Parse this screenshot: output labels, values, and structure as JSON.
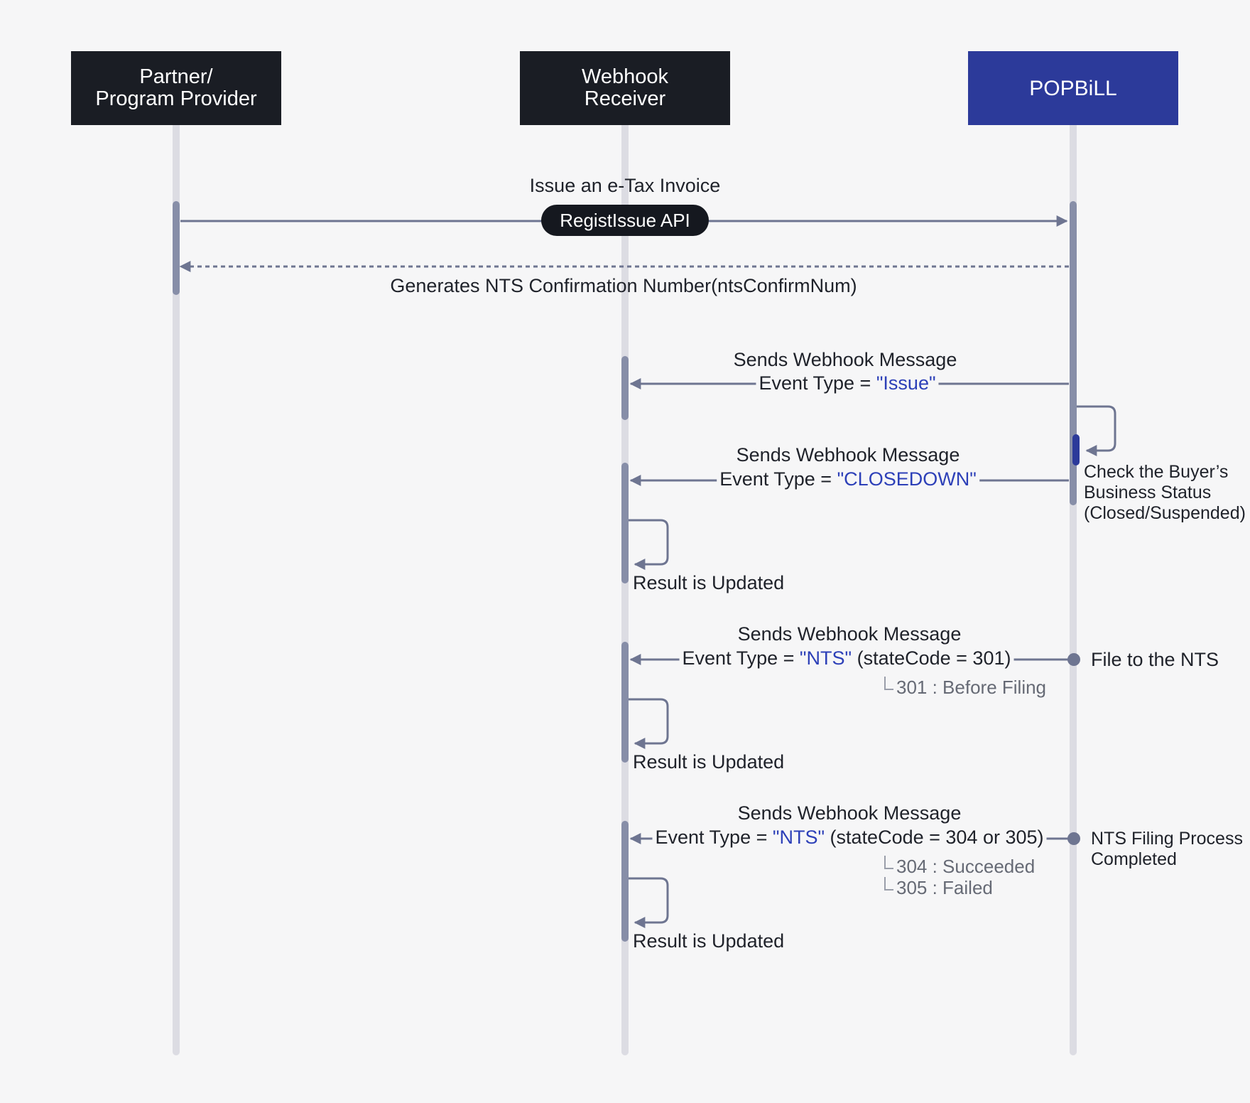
{
  "participants": {
    "partner": "Partner/\nProgram Provider",
    "webhook": "Webhook\nReceiver",
    "popbill": "POPBiLL"
  },
  "messages": {
    "issue_title": "Issue an e-Tax Invoice",
    "issue_api": "RegistIssue API",
    "confirm_return": "Generates NTS Confirmation Number(ntsConfirmNum)",
    "m1_title": "Sends Webhook Message",
    "m1_prefix": "Event Type = ",
    "m1_value": "\"Issue\"",
    "check_buyer": "Check the Buyer’s\nBusiness Status\n(Closed/Suspended)",
    "m2_title": "Sends Webhook Message",
    "m2_prefix": "Event Type = ",
    "m2_value": "\"CLOSEDOWN\"",
    "result1": "Result is Updated",
    "m3_title": "Sends Webhook Message",
    "m3_prefix": "Event Type = ",
    "m3_value": "\"NTS\"",
    "m3_suffix": " (stateCode = 301)",
    "file_nts": "File to the NTS",
    "m3_note": "301 : Before Filing",
    "result2": "Result is Updated",
    "m4_title": "Sends Webhook Message",
    "m4_prefix": "Event Type = ",
    "m4_value": "\"NTS\"",
    "m4_suffix": " (stateCode = 304 or 305)",
    "nts_complete": "NTS Filing Process\nCompleted",
    "m4_note1": "304 : Succeeded",
    "m4_note2": "305 : Failed",
    "result3": "Result is Updated"
  },
  "colors": {
    "background": "#f6f6f7",
    "header_dark": "#1a1d24",
    "header_brand": "#2c3a9a",
    "lifeline": "#dcdce3",
    "activation": "#878ea8",
    "arrow": "#6e7591",
    "accent_blue": "#2d40b8"
  }
}
